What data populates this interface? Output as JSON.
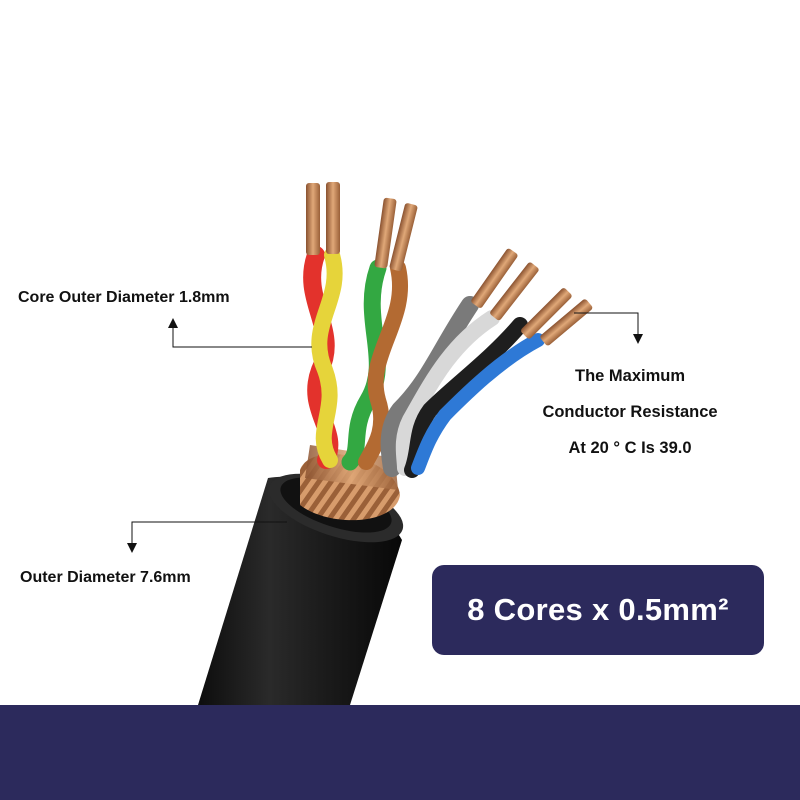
{
  "labels": {
    "core_outer_diameter": "Core Outer Diameter 1.8mm",
    "outer_diameter": "Outer Diameter 7.6mm",
    "resistance_line1": "The Maximum",
    "resistance_line2": "Conductor Resistance",
    "resistance_line3": "At 20 ° C Is 39.0"
  },
  "badge": {
    "text": "8 Cores x 0.5mm²"
  },
  "colors": {
    "brand_navy": "#2c2a5c",
    "jacket": "#1a1a1a",
    "copper": "#c98a5a"
  },
  "core_colors": [
    "red",
    "yellow",
    "green",
    "brown",
    "white",
    "grey",
    "blue",
    "black"
  ]
}
